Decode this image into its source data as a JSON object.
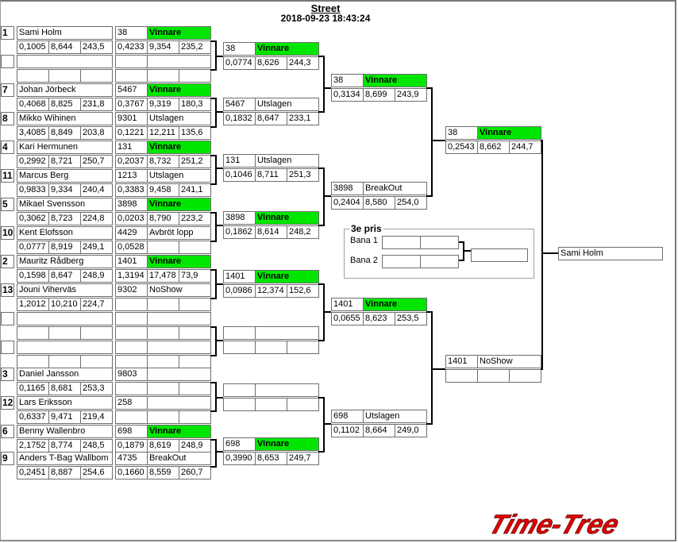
{
  "header": {
    "title": "Street",
    "datetime": "2018-09-23 18:43:24"
  },
  "round1": [
    {
      "seed": "1",
      "name": "Sami Holm",
      "rt": "0,1005",
      "et": "8,644",
      "speed": "243,5"
    },
    {
      "seed": "",
      "name": "",
      "rt": "",
      "et": "",
      "speed": ""
    },
    {
      "seed": "7",
      "name": "Johan Jörbeck",
      "rt": "0,4068",
      "et": "8,825",
      "speed": "231,8"
    },
    {
      "seed": "8",
      "name": "Mikko Wihinen",
      "rt": "3,4085",
      "et": "8,849",
      "speed": "203,8"
    },
    {
      "seed": "4",
      "name": "Kari Hermunen",
      "rt": "0,2992",
      "et": "8,721",
      "speed": "250,7"
    },
    {
      "seed": "11",
      "name": "Marcus Berg",
      "rt": "0,9833",
      "et": "9,334",
      "speed": "240,4"
    },
    {
      "seed": "5",
      "name": "Mikael Svensson",
      "rt": "0,3062",
      "et": "8,723",
      "speed": "224,8"
    },
    {
      "seed": "10",
      "name": "Kent Elofsson",
      "rt": "0,0777",
      "et": "8,919",
      "speed": "249,1"
    },
    {
      "seed": "2",
      "name": "Mauritz Rådberg",
      "rt": "0,1598",
      "et": "8,647",
      "speed": "248,9"
    },
    {
      "seed": "13",
      "name": "Jouni Viherväs",
      "rt": "1,2012",
      "et": "10,210",
      "speed": "224,7"
    },
    {
      "seed": "",
      "name": "",
      "rt": "",
      "et": "",
      "speed": ""
    },
    {
      "seed": "",
      "name": "",
      "rt": "",
      "et": "",
      "speed": ""
    },
    {
      "seed": "3",
      "name": "Daniel Jansson",
      "rt": "0,1165",
      "et": "8,681",
      "speed": "253,3"
    },
    {
      "seed": "12",
      "name": "Lars Eriksson",
      "rt": "0,6337",
      "et": "9,471",
      "speed": "219,4"
    },
    {
      "seed": "6",
      "name": "Benny Wallenbro",
      "rt": "2,1752",
      "et": "8,774",
      "speed": "248,5"
    },
    {
      "seed": "9",
      "name": "Anders T-Bag Wallbom",
      "rt": "0,2451",
      "et": "8,887",
      "speed": "254,6"
    }
  ],
  "round1_results": [
    {
      "no": "38",
      "status": "Vinnare",
      "win": true,
      "rt": "0,4233",
      "et": "9,354",
      "speed": "235,2"
    },
    {
      "no": "",
      "status": "",
      "win": false,
      "rt": "",
      "et": "",
      "speed": ""
    },
    {
      "no": "5467",
      "status": "Vinnare",
      "win": true,
      "rt": "0,3767",
      "et": "9,319",
      "speed": "180,3"
    },
    {
      "no": "9301",
      "status": "Utslagen",
      "win": false,
      "rt": "0,1221",
      "et": "12,211",
      "speed": "135,6"
    },
    {
      "no": "131",
      "status": "Vinnare",
      "win": true,
      "rt": "0,2037",
      "et": "8,732",
      "speed": "251,2"
    },
    {
      "no": "1213",
      "status": "Utslagen",
      "win": false,
      "rt": "0,3383",
      "et": "9,458",
      "speed": "241,1"
    },
    {
      "no": "3898",
      "status": "Vinnare",
      "win": true,
      "rt": "0,0203",
      "et": "8,790",
      "speed": "223,2"
    },
    {
      "no": "4429",
      "status": "Avbröt lopp",
      "win": false,
      "rt": "0,0528",
      "et": "",
      "speed": ""
    },
    {
      "no": "1401",
      "status": "Vinnare",
      "win": true,
      "rt": "1,3194",
      "et": "17,478",
      "speed": "73,9"
    },
    {
      "no": "9302",
      "status": "NoShow",
      "win": false,
      "rt": "",
      "et": "",
      "speed": ""
    },
    {
      "no": "",
      "status": "",
      "win": false,
      "rt": "",
      "et": "",
      "speed": ""
    },
    {
      "no": "",
      "status": "",
      "win": false,
      "rt": "",
      "et": "",
      "speed": ""
    },
    {
      "no": "9803",
      "status": "",
      "win": false,
      "rt": "",
      "et": "",
      "speed": ""
    },
    {
      "no": "258",
      "status": "",
      "win": false,
      "rt": "",
      "et": "",
      "speed": ""
    },
    {
      "no": "698",
      "status": "Vinnare",
      "win": true,
      "rt": "0,1879",
      "et": "8,619",
      "speed": "248,9"
    },
    {
      "no": "4735",
      "status": "BreakOut",
      "win": false,
      "rt": "0,1660",
      "et": "8,559",
      "speed": "260,7"
    }
  ],
  "round2": [
    {
      "no": "38",
      "status": "Vinnare",
      "win": true,
      "rt": "0,0774",
      "et": "8,626",
      "speed": "244,3"
    },
    {
      "no": "5467",
      "status": "Utslagen",
      "win": false,
      "rt": "0,1832",
      "et": "8,647",
      "speed": "233,1"
    },
    {
      "no": "131",
      "status": "Utslagen",
      "win": false,
      "rt": "0,1046",
      "et": "8,711",
      "speed": "251,3"
    },
    {
      "no": "3898",
      "status": "Vinnare",
      "win": true,
      "rt": "0,1862",
      "et": "8,614",
      "speed": "248,2"
    },
    {
      "no": "1401",
      "status": "Vinnare",
      "win": true,
      "rt": "0,0986",
      "et": "12,374",
      "speed": "152,6"
    },
    {
      "no": "",
      "status": "",
      "win": false,
      "rt": "",
      "et": "",
      "speed": ""
    },
    {
      "no": "",
      "status": "",
      "win": false,
      "rt": "",
      "et": "",
      "speed": ""
    },
    {
      "no": "698",
      "status": "Vinnare",
      "win": true,
      "rt": "0,3990",
      "et": "8,653",
      "speed": "249,7"
    }
  ],
  "round3": [
    {
      "no": "38",
      "status": "Vinnare",
      "win": true,
      "rt": "0,3134",
      "et": "8,699",
      "speed": "243,9"
    },
    {
      "no": "3898",
      "status": "BreakOut",
      "win": false,
      "rt": "0,2404",
      "et": "8,580",
      "speed": "254,0"
    },
    {
      "no": "1401",
      "status": "Vinnare",
      "win": true,
      "rt": "0,0655",
      "et": "8,623",
      "speed": "253,5"
    },
    {
      "no": "698",
      "status": "Utslagen",
      "win": false,
      "rt": "0,1102",
      "et": "8,664",
      "speed": "249,0"
    }
  ],
  "round4": [
    {
      "no": "38",
      "status": "Vinnare",
      "win": true,
      "rt": "0,2543",
      "et": "8,662",
      "speed": "244,7"
    },
    {
      "no": "1401",
      "status": "NoShow",
      "win": false,
      "rt": "",
      "et": "",
      "speed": ""
    }
  ],
  "final": {
    "winner": "Sami Holm"
  },
  "third_place": {
    "title": "3e pris",
    "lane1": "Bana 1",
    "lane2": "Bana 2",
    "lane1_a": "",
    "lane1_b": "",
    "lane2_a": "",
    "lane2_b": "",
    "result": ""
  },
  "logo": {
    "text": "Time-Tree",
    "color": "#e00000"
  },
  "colors": {
    "winner": "#00e600",
    "border": "#6e6e6e"
  }
}
